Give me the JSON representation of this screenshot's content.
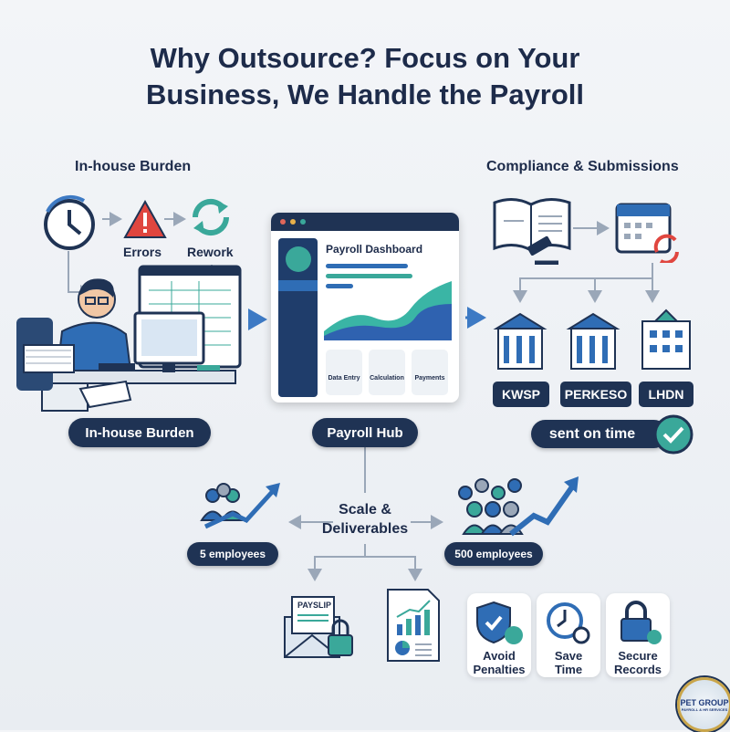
{
  "title": {
    "line1": "Why Outsource? Focus on Your",
    "line2": "Business, We Handle the Payroll"
  },
  "left": {
    "heading": "In-house Burden",
    "errors": "Errors",
    "rework": "Rework",
    "pill": "In-house Burden"
  },
  "hub": {
    "dashboard_title": "Payroll Dashboard",
    "tiles": [
      "Data Entry",
      "Calculation",
      "Payments"
    ],
    "pill": "Payroll Hub"
  },
  "right": {
    "heading": "Compliance & Submissions",
    "agencies": [
      "KWSP",
      "PERKESO",
      "LHDN"
    ],
    "status": "sent on time"
  },
  "scale": {
    "label_line1": "Scale &",
    "label_line2": "Deliverables",
    "small": "5 employees",
    "large": "500 employees",
    "payslip": "PAYSLIP"
  },
  "benefits": [
    {
      "line1": "Avoid",
      "line2": "Penalties"
    },
    {
      "line1": "Save",
      "line2": "Time"
    },
    {
      "line1": "Secure",
      "line2": "Records"
    }
  ],
  "logo": {
    "name": "PET GROUP",
    "tagline": "PAYROLL & HR SERVICES"
  },
  "colors": {
    "navy": "#1f3354",
    "blue": "#2f6db5",
    "teal": "#3aa89a",
    "red": "#e0463f",
    "background": "#eef1f5"
  }
}
